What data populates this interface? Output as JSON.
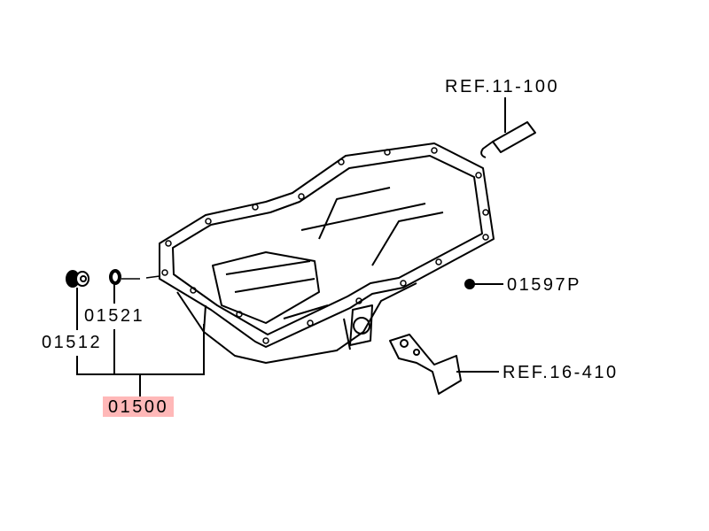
{
  "labels": {
    "ref_11_100": "REF.11-100",
    "part_01597p": "01597P",
    "ref_16_410": "REF.16-410",
    "part_01521": "01521",
    "part_01512": "01512",
    "part_01500": "01500"
  },
  "colors": {
    "highlight": "#ffb8b8",
    "line": "#000000"
  }
}
